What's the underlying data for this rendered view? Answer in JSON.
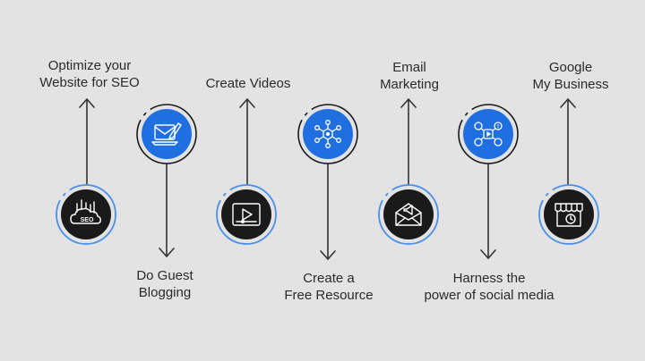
{
  "steps": [
    {
      "label_line1": "Optimize your",
      "label_line2": "Website for SEO",
      "icon": "seo-cloud-icon",
      "icon_text": "SEO"
    },
    {
      "label_line1": "Do Guest",
      "label_line2": "Blogging",
      "icon": "blog-writing-icon"
    },
    {
      "label_line1": "",
      "label_line2": "Create Videos",
      "icon": "video-player-icon"
    },
    {
      "label_line1": "Create a",
      "label_line2": "Free Resource",
      "icon": "network-hub-icon"
    },
    {
      "label_line1": "Email",
      "label_line2": "Marketing",
      "icon": "email-megaphone-icon"
    },
    {
      "label_line1": "Harness the",
      "label_line2": "power of social media",
      "icon": "social-media-icon"
    },
    {
      "label_line1": "Google",
      "label_line2": "My Business",
      "icon": "storefront-icon"
    }
  ],
  "colors": {
    "background": "#e3e3e3",
    "dark_circle": "#1a1a1a",
    "blue_circle": "#1f6fe0",
    "ring": "#4a8fe8",
    "line": "#333333"
  }
}
